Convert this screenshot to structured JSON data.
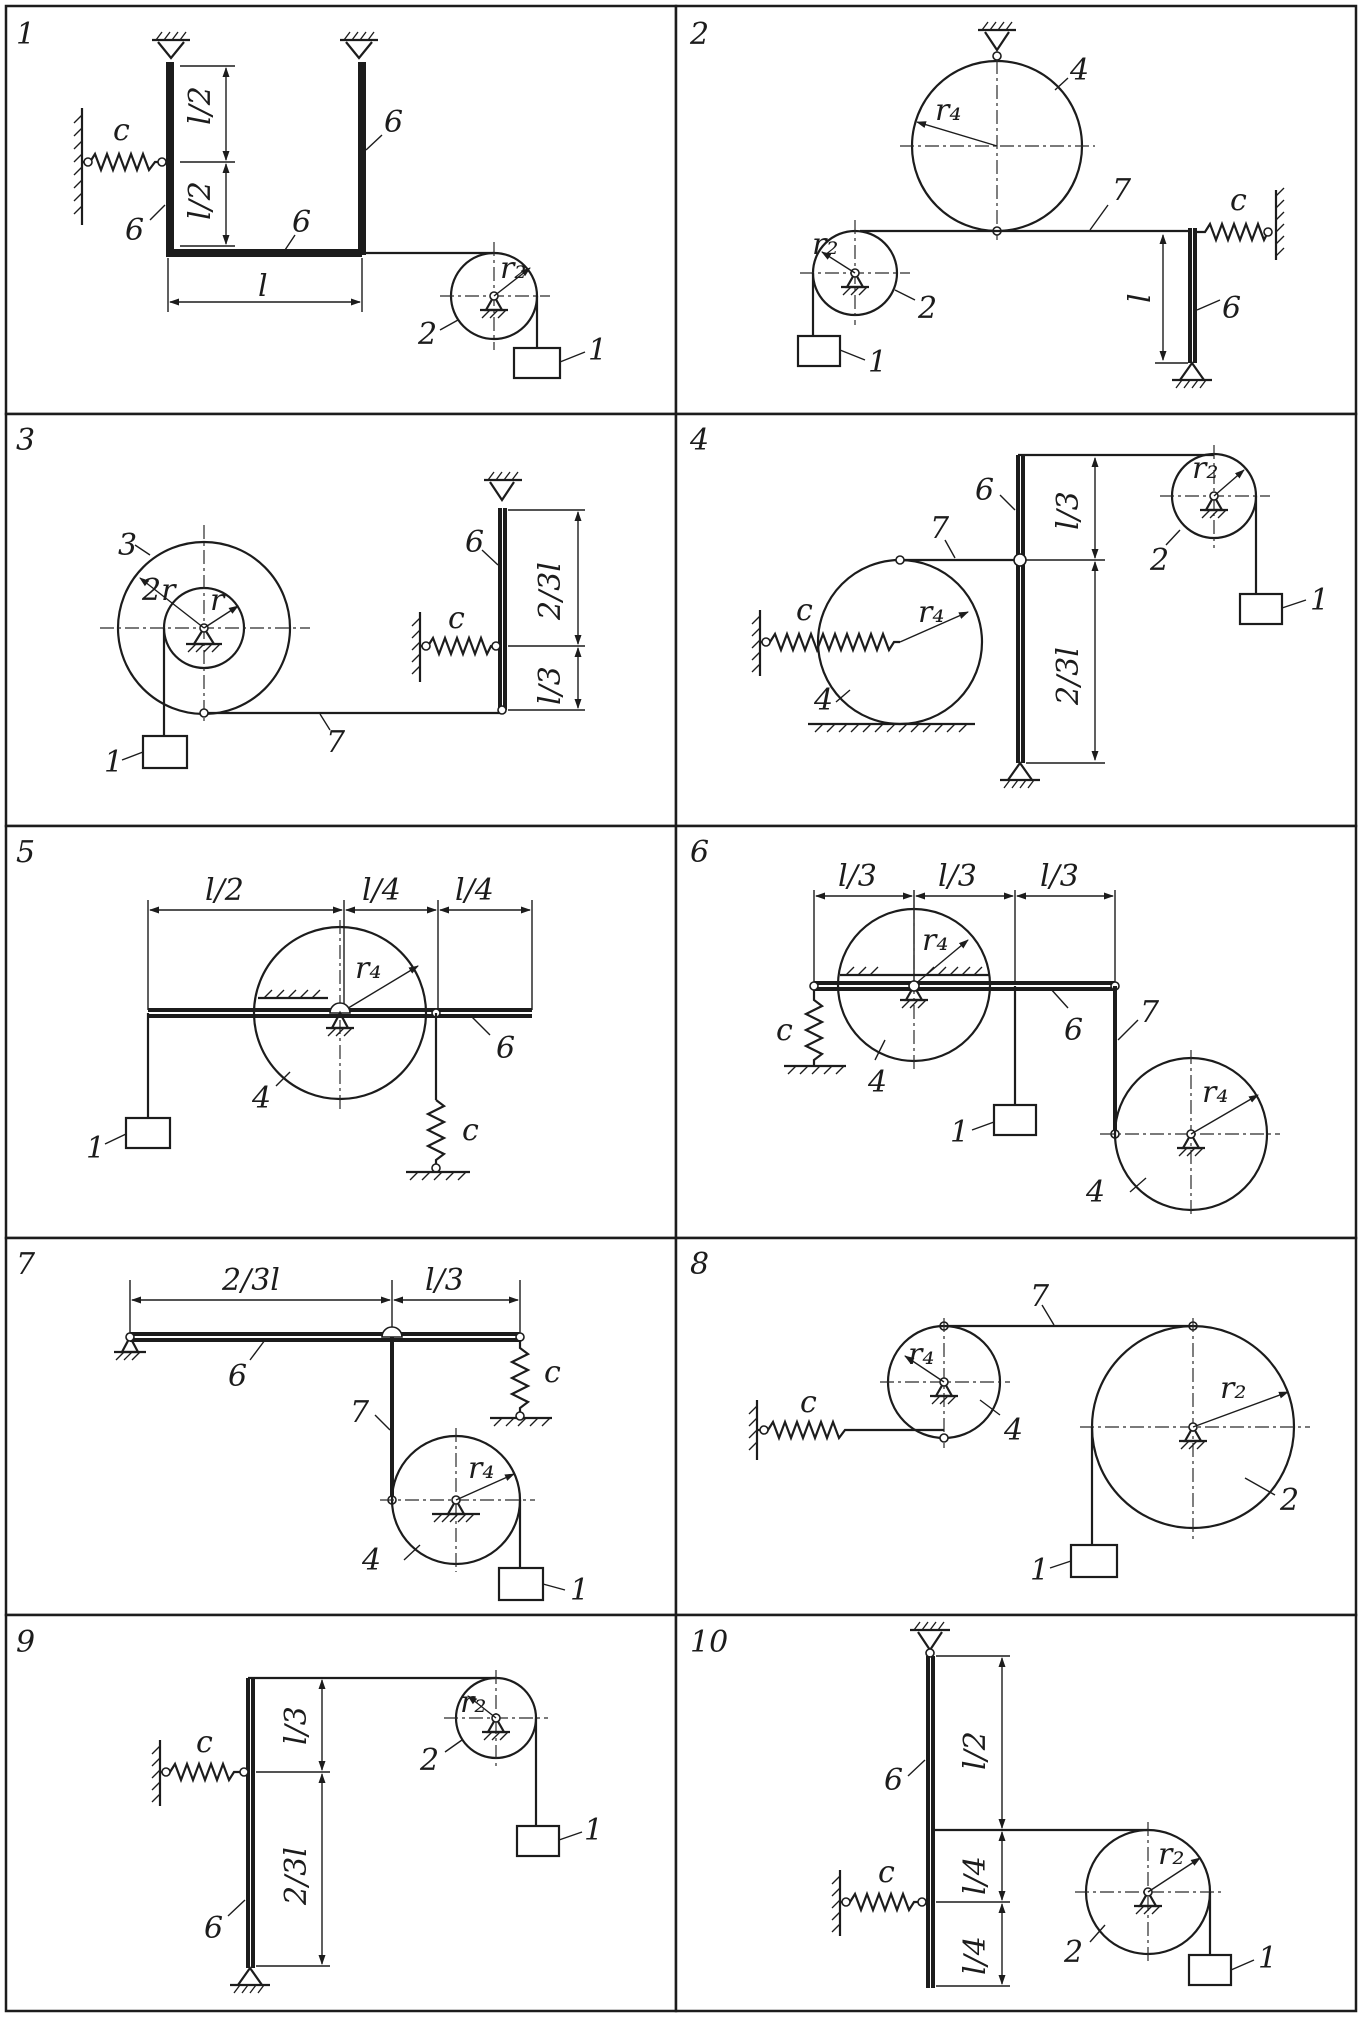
{
  "panels": [
    {
      "number": "1",
      "labels": {
        "c": "c",
        "l_half_top": "l/2",
        "l_half_bottom": "l/2",
        "l_base": "l",
        "rod6_left": "6",
        "rod6_bottom": "6",
        "rod6_right": "6",
        "r2": "r₂",
        "disc2": "2",
        "weight1": "1"
      }
    },
    {
      "number": "2",
      "labels": {
        "disc4": "4",
        "r4": "r₄",
        "belt7": "7",
        "c": "c",
        "r2": "r₂",
        "disc2": "2",
        "l": "l",
        "rod6": "6",
        "weight1": "1"
      }
    },
    {
      "number": "3",
      "labels": {
        "disc3": "3",
        "r_outer": "2r",
        "r_inner": "r",
        "rod6": "6",
        "l_two_thirds": "2/3l",
        "c": "c",
        "l_third": "l/3",
        "weight1": "1",
        "belt7": "7"
      }
    },
    {
      "number": "4",
      "labels": {
        "rod6": "6",
        "l_third": "l/3",
        "r2": "r₂",
        "belt7": "7",
        "disc2": "2",
        "weight1": "1",
        "c": "c",
        "r4": "r₄",
        "l_two_thirds": "2/3l",
        "disc4": "4"
      }
    },
    {
      "number": "5",
      "labels": {
        "l_half": "l/2",
        "l_quarter_a": "l/4",
        "l_quarter_b": "l/4",
        "r4": "r₄",
        "rod6": "6",
        "disc4": "4",
        "c": "c",
        "weight1": "1"
      }
    },
    {
      "number": "6",
      "labels": {
        "l_third_a": "l/3",
        "l_third_b": "l/3",
        "l_third_c": "l/3",
        "r4_top": "r₄",
        "rod7": "7",
        "rod6": "6",
        "c": "c",
        "disc4_left": "4",
        "weight1": "1",
        "r4_bottom": "r₄",
        "disc4_right": "4"
      }
    },
    {
      "number": "7",
      "labels": {
        "l_two_thirds": "2/3l",
        "l_third": "l/3",
        "rod6": "6",
        "c": "c",
        "belt7": "7",
        "r4": "r₄",
        "disc4": "4",
        "weight1": "1"
      }
    },
    {
      "number": "8",
      "labels": {
        "belt7": "7",
        "r4": "r₄",
        "c": "c",
        "disc4": "4",
        "r2": "r₂",
        "disc2": "2",
        "weight1": "1"
      }
    },
    {
      "number": "9",
      "labels": {
        "r2": "r₂",
        "c": "c",
        "l_third": "l/3",
        "disc2": "2",
        "weight1": "1",
        "l_two_thirds": "2/3l",
        "rod6": "6"
      }
    },
    {
      "number": "10",
      "labels": {
        "rod6": "6",
        "l_half": "l/2",
        "r2": "r₂",
        "l_quarter_a": "l/4",
        "c": "c",
        "disc2": "2",
        "l_quarter_b": "l/4",
        "weight1": "1"
      }
    }
  ]
}
